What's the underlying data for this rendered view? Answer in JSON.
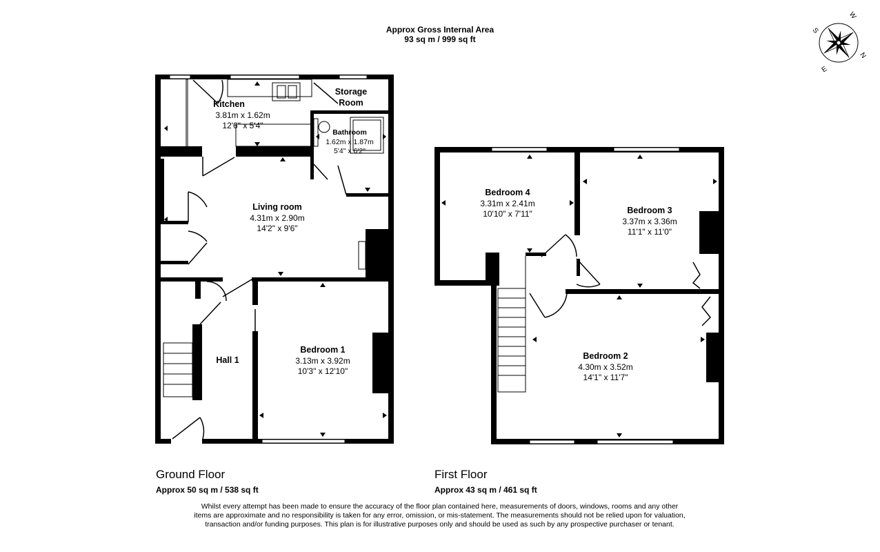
{
  "header": {
    "title": "Approx Gross Internal Area",
    "area": "93 sq m / 999 sq ft"
  },
  "compass": {
    "letters": [
      "N",
      "E",
      "S",
      "W"
    ]
  },
  "ground_floor": {
    "name": "Ground Floor",
    "area": "Approx 50 sq m / 538 sq ft",
    "rooms": {
      "kitchen": {
        "name": "Kitchen",
        "metric": "3.81m x 1.62m",
        "imperial": "12'6\" x 5'4\""
      },
      "storage": {
        "name_line1": "Storage",
        "name_line2": "Room"
      },
      "bathroom": {
        "name": "Bathroom",
        "metric": "1.62m x 1.87m",
        "imperial": "5'4\" x 6'2\""
      },
      "living": {
        "name": "Living room",
        "metric": "4.31m x 2.90m",
        "imperial": "14'2\" x 9'6\""
      },
      "hall": {
        "name": "Hall 1"
      },
      "bedroom1": {
        "name": "Bedroom 1",
        "metric": "3.13m x 3.92m",
        "imperial": "10'3\" x 12'10\""
      }
    }
  },
  "first_floor": {
    "name": "First Floor",
    "area": "Approx 43 sq m / 461 sq ft",
    "rooms": {
      "bedroom4": {
        "name": "Bedroom 4",
        "metric": "3.31m x 2.41m",
        "imperial": "10'10\" x 7'11\""
      },
      "bedroom3": {
        "name": "Bedroom 3",
        "metric": "3.37m x 3.36m",
        "imperial": "11'1\" x 11'0\""
      },
      "bedroom2": {
        "name": "Bedroom 2",
        "metric": "4.30m x 3.52m",
        "imperial": "14'1\" x 11'7\""
      }
    }
  },
  "disclaimer": "Whilst every attempt has been made to ensure the accuracy of the floor plan contained here, measurements of doors, windows, rooms and any other items are approximate and no responsibility is taken for any error, omission, or mis-statement. The measurements should not be relied upon for valuation, transaction and/or funding purposes. This plan is for illustrative purposes only and should be used as such by any prospective purchaser or tenant.",
  "colors": {
    "wall": "#000000",
    "window": "#ffffff",
    "arrow": "#000000"
  }
}
